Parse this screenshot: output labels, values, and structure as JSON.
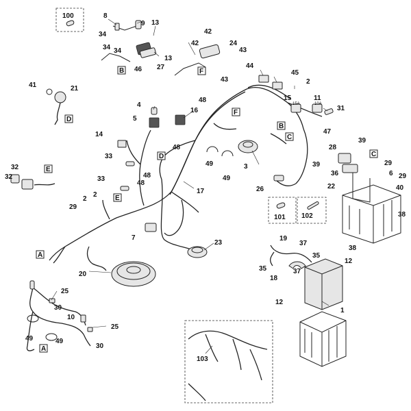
{
  "diagram": {
    "part_numbers": [
      "100",
      "8",
      "9",
      "13",
      "34",
      "34",
      "34",
      "13",
      "27",
      "46",
      "42",
      "24",
      "43",
      "42",
      "43",
      "44",
      "45",
      "2",
      "41",
      "21",
      "4",
      "5",
      "16",
      "48",
      "15",
      "11",
      "31",
      "47",
      "14",
      "48",
      "33",
      "3",
      "49",
      "49",
      "28",
      "39",
      "39",
      "36",
      "22",
      "29",
      "6",
      "29",
      "40",
      "26",
      "32",
      "32",
      "33",
      "48",
      "48",
      "17",
      "2",
      "2",
      "29",
      "7",
      "101",
      "102",
      "38",
      "38",
      "23",
      "19",
      "37",
      "35",
      "35",
      "18",
      "37",
      "12",
      "12",
      "1",
      "20",
      "25",
      "30",
      "10",
      "49",
      "49",
      "25",
      "30",
      "103"
    ],
    "fuse_labels": [
      "15A",
      "10A"
    ],
    "reference_letters": [
      "B",
      "F",
      "D",
      "C",
      "B",
      "F",
      "D",
      "C",
      "E",
      "E",
      "A",
      "A"
    ]
  }
}
